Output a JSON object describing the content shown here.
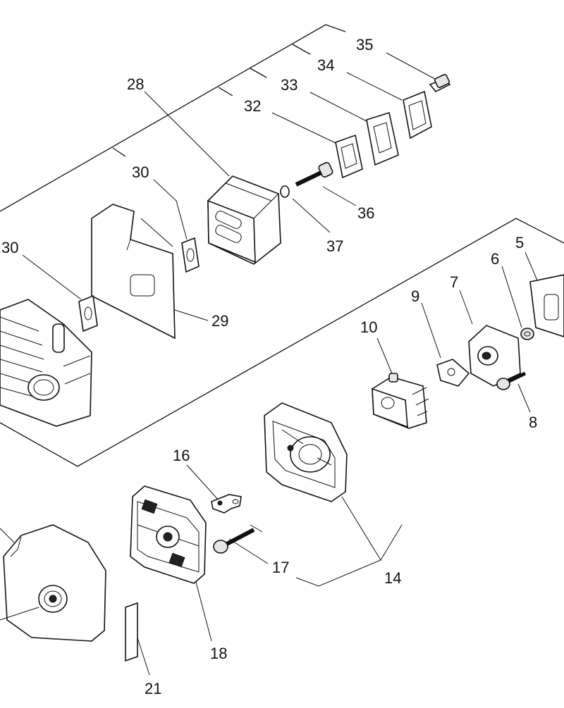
{
  "diagram": {
    "callouts": [
      {
        "id": "35",
        "text": "35"
      },
      {
        "id": "34",
        "text": "34"
      },
      {
        "id": "33",
        "text": "33"
      },
      {
        "id": "32",
        "text": "32"
      },
      {
        "id": "28",
        "text": "28"
      },
      {
        "id": "30a",
        "text": "30"
      },
      {
        "id": "30b",
        "text": "30"
      },
      {
        "id": "36",
        "text": "36"
      },
      {
        "id": "37",
        "text": "37"
      },
      {
        "id": "29",
        "text": "29"
      },
      {
        "id": "5",
        "text": "5"
      },
      {
        "id": "6",
        "text": "6"
      },
      {
        "id": "7",
        "text": "7"
      },
      {
        "id": "9",
        "text": "9"
      },
      {
        "id": "10",
        "text": "10"
      },
      {
        "id": "8",
        "text": "8"
      },
      {
        "id": "16",
        "text": "16"
      },
      {
        "id": "17",
        "text": "17"
      },
      {
        "id": "14",
        "text": "14"
      },
      {
        "id": "18",
        "text": "18"
      },
      {
        "id": "21",
        "text": "21"
      }
    ]
  }
}
